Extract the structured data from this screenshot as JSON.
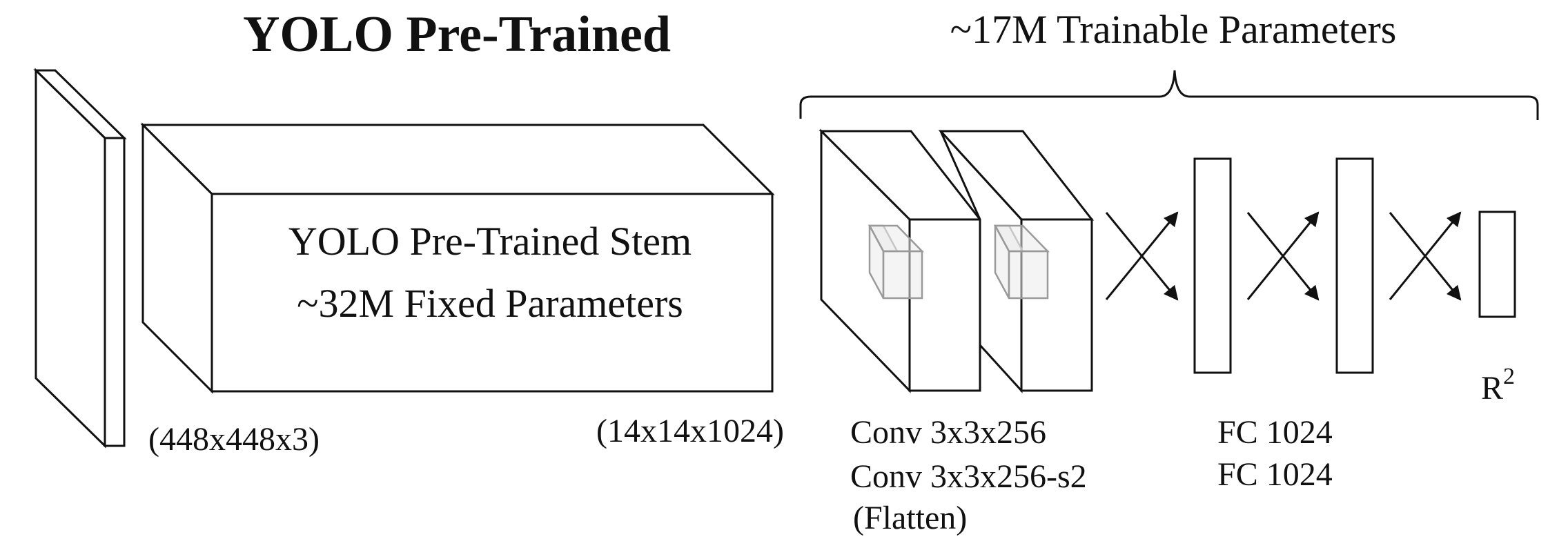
{
  "title": "YOLO Pre-Trained",
  "trainable_label": "~17M Trainable Parameters",
  "stem": {
    "line1": "YOLO Pre-Trained Stem",
    "line2": "~32M Fixed Parameters"
  },
  "input_dim": "(448x448x3)",
  "stem_output_dim": "(14x14x1024)",
  "conv_layers": {
    "line1": "Conv 3x3x256",
    "line2": "Conv 3x3x256-s2",
    "line3": "(Flatten)"
  },
  "fc_layers": {
    "line1": "FC 1024",
    "line2": "FC 1024"
  },
  "output_label": "R",
  "output_superscript": "2"
}
